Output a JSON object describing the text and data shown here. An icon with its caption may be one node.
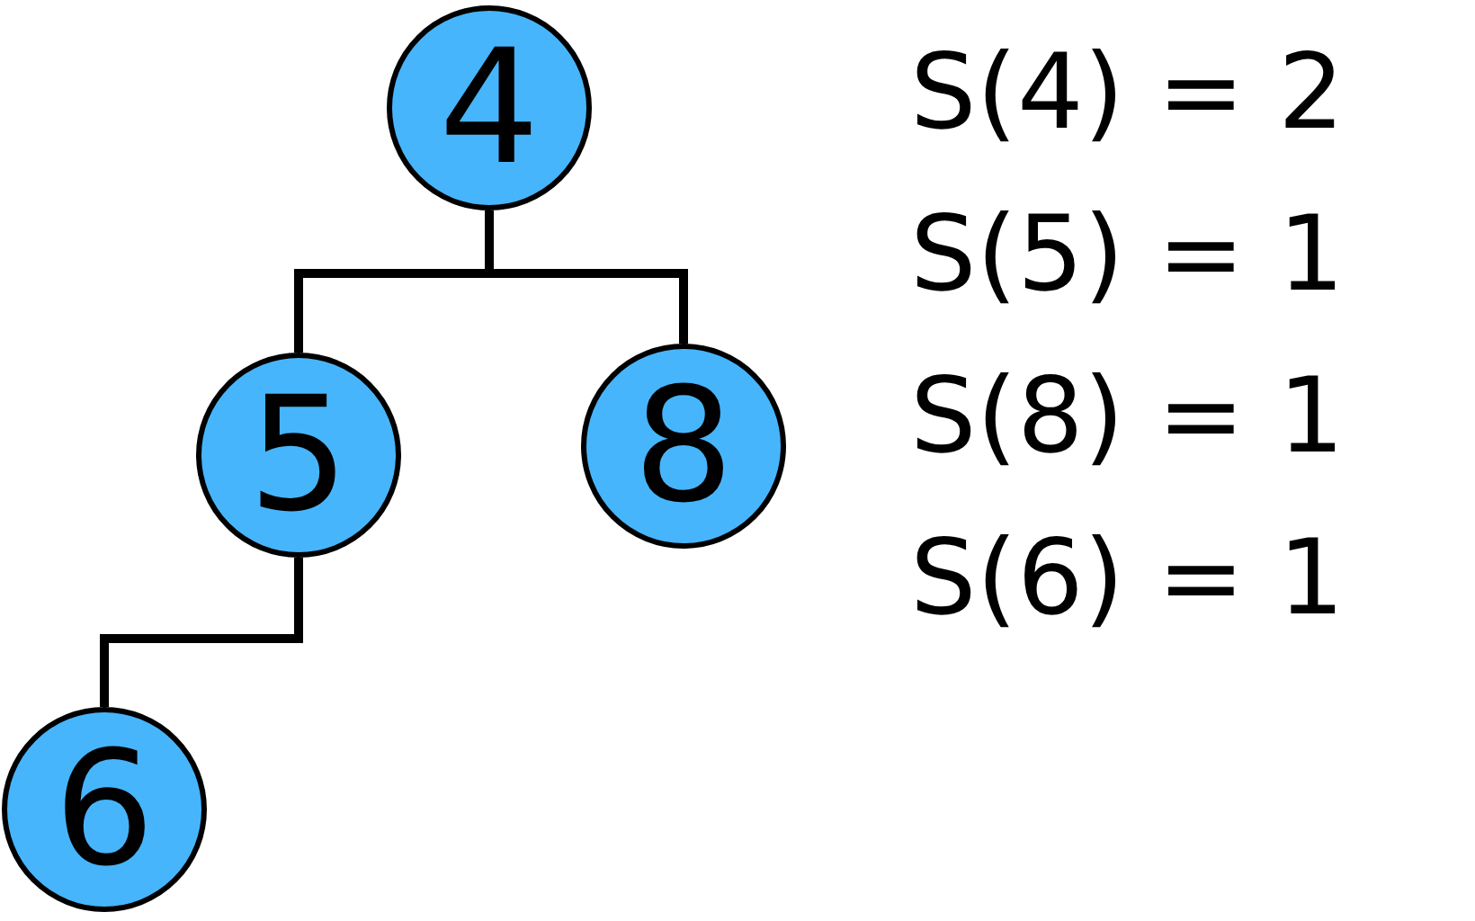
{
  "diagram": {
    "nodes": [
      {
        "text": [
          "4"
        ]
      },
      {
        "text": [
          "5"
        ]
      },
      {
        "text": [
          "8"
        ]
      },
      {
        "text": [
          "6"
        ]
      }
    ],
    "edges": [
      {
        "from": 0,
        "to": 1,
        "arrow": "none"
      },
      {
        "from": 0,
        "to": 2,
        "arrow": "none"
      },
      {
        "from": 1,
        "to": 3,
        "arrow": "none"
      }
    ],
    "labels": [
      "S(4) = 2",
      "S(5) = 1",
      "S(8) = 1",
      "S(6) = 1"
    ]
  }
}
